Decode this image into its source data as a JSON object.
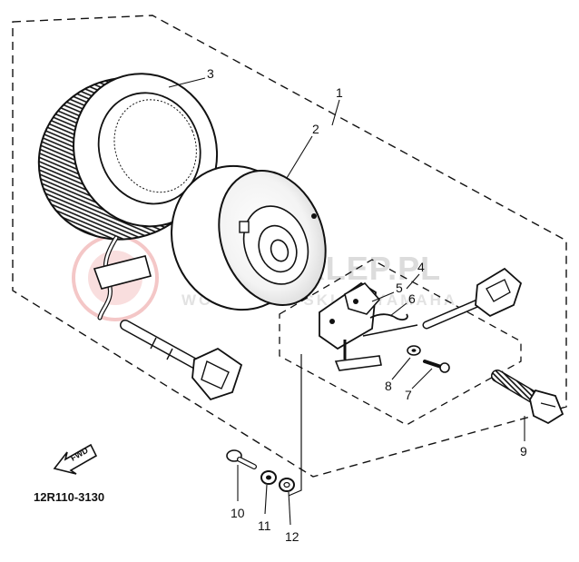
{
  "diagram": {
    "catalog_code": "12R110-3130",
    "direction_marker": "FWD",
    "watermark": {
      "brand": "YAMASKLEP.PL",
      "subtitle": "WOJSKOWY SKLEP YAMAHA"
    },
    "callouts": [
      {
        "id": 1,
        "label": "1",
        "part": "generator-assembly-frame"
      },
      {
        "id": 2,
        "label": "2",
        "part": "rotor"
      },
      {
        "id": 3,
        "label": "3",
        "part": "stator"
      },
      {
        "id": 4,
        "label": "4",
        "part": "pickup-coil-assembly"
      },
      {
        "id": 5,
        "label": "5",
        "part": "pickup-bracket"
      },
      {
        "id": 6,
        "label": "6",
        "part": "pickup-spring"
      },
      {
        "id": 7,
        "label": "7",
        "part": "small-screw"
      },
      {
        "id": 8,
        "label": "8",
        "part": "washer"
      },
      {
        "id": 9,
        "label": "9",
        "part": "flange-bolt"
      },
      {
        "id": 10,
        "label": "10",
        "part": "bolt"
      },
      {
        "id": 11,
        "label": "11",
        "part": "spring-washer"
      },
      {
        "id": 12,
        "label": "12",
        "part": "plain-washer"
      }
    ]
  }
}
